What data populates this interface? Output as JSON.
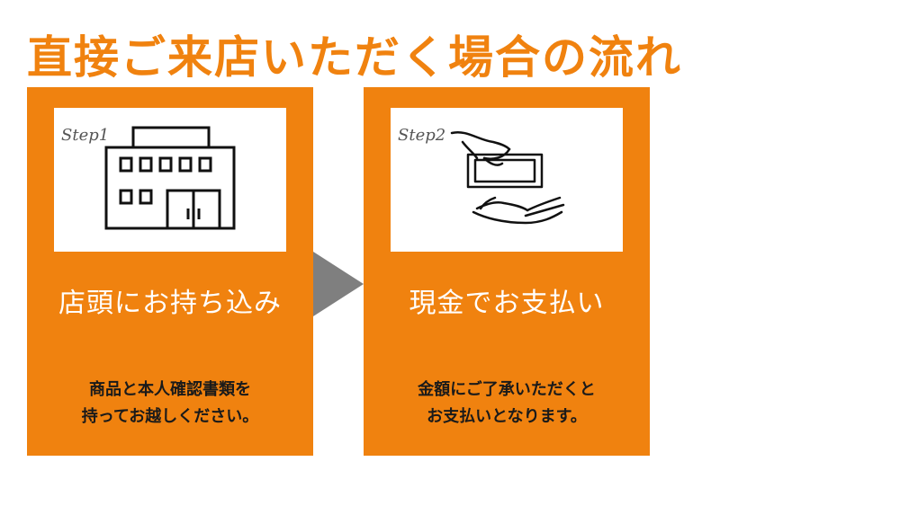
{
  "title": "直接ご来店いただく場合の流れ",
  "colors": {
    "accent": "#f0820f",
    "arrow": "#7f7f7f",
    "panel": "#ffffff"
  },
  "steps": [
    {
      "label": "Step1",
      "icon": "building-icon",
      "heading": "店頭にお持ち込み",
      "desc_line1": "商品と本人確認書類を",
      "desc_line2": "持ってお越しください。"
    },
    {
      "label": "Step2",
      "icon": "cash-payment-icon",
      "heading": "現金でお支払い",
      "desc_line1": "金額にご了承いただくと",
      "desc_line2": "お支払いとなります。"
    }
  ]
}
